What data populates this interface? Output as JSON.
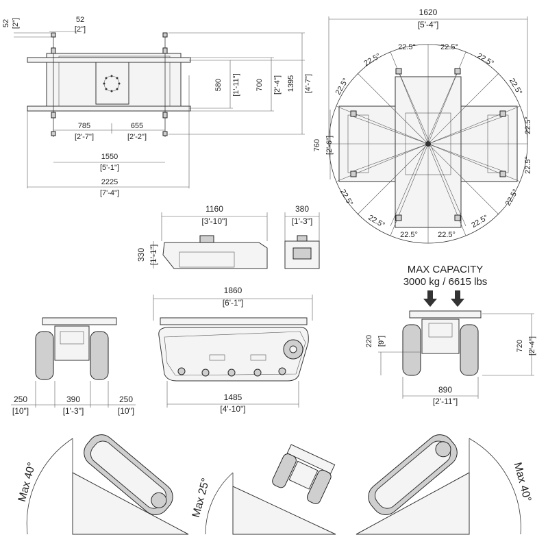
{
  "top_view": {
    "edge_offset_mm": "52",
    "edge_offset_in": "[2\"]",
    "track_offset_mm": "52",
    "track_offset_in": "[2\"]",
    "front_len_mm": "785",
    "front_len_in": "[2'-7\"]",
    "rear_len_mm": "655",
    "rear_len_in": "[2'-2\"]",
    "rail_span_mm": "1550",
    "rail_span_in": "[5'-1\"]",
    "overall_len_mm": "2225",
    "overall_len_in": "[7'-4\"]",
    "inner_width_mm": "580",
    "inner_width_in": "[1'-11\"]",
    "mid_width_mm": "700",
    "mid_width_in": "[2'-4\"]",
    "overall_width_mm": "1395",
    "overall_width_in": "[4'-7\"]"
  },
  "sensor_view": {
    "diameter_mm": "1620",
    "diameter_in": "[5'-4\"]",
    "height_mm": "760",
    "height_in": "[2'-6\"]",
    "angle_label": "22.5°"
  },
  "mini_side": {
    "length_mm": "1160",
    "length_in": "[3'-10\"]",
    "height_mm": "330",
    "height_in": "[1'-1\"]"
  },
  "mini_front": {
    "width_mm": "380",
    "width_in": "[1'-3\"]"
  },
  "front_view": {
    "track_mm": "250",
    "track_in": "[10\"]",
    "gap_mm": "390",
    "gap_in": "[1'-3\"]",
    "track2_mm": "250",
    "track2_in": "[10\"]"
  },
  "side_view": {
    "length_mm": "1860",
    "length_in": "[6'-1\"]",
    "track_len_mm": "1485",
    "track_len_in": "[4'-10\"]"
  },
  "rear_view": {
    "capacity_title": "MAX CAPACITY",
    "capacity_value": "3000 kg / 6615 lbs",
    "clearance_mm": "220",
    "clearance_in": "[9\"]",
    "height_mm": "720",
    "height_in": "[2'-4\"]",
    "width_mm": "890",
    "width_in": "[2'-11\"]"
  },
  "slopes": {
    "left": "Max 40°",
    "middle": "Max 25°",
    "right": "Max 40°"
  }
}
